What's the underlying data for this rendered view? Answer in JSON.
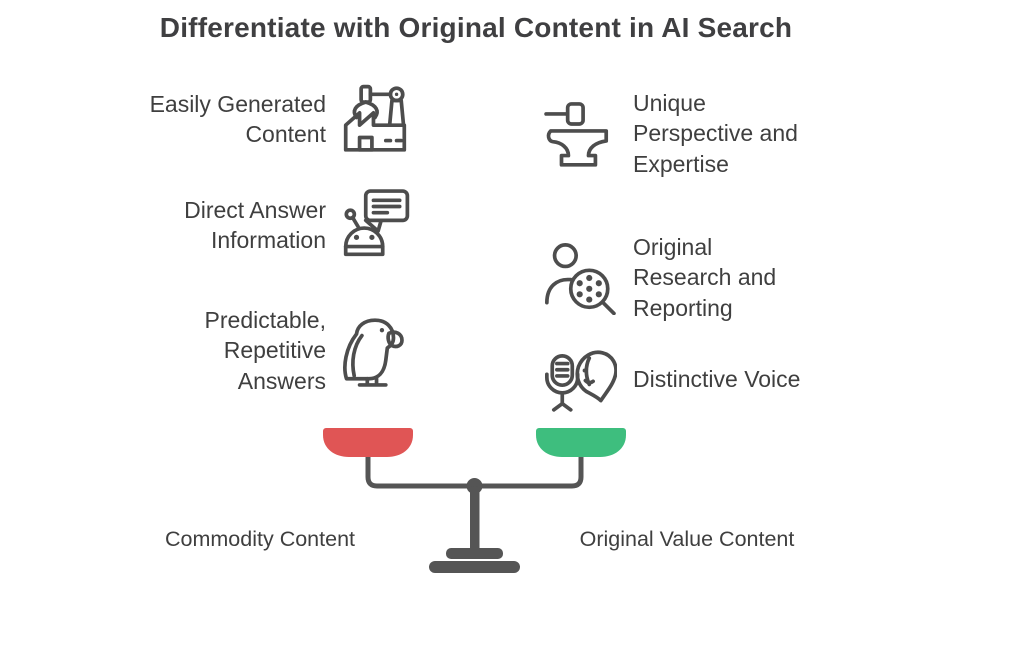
{
  "title": "Differentiate with Original Content in AI Search",
  "left_items": [
    {
      "label": "Easily Generated\nContent",
      "icon": "factory-robot-arm-icon"
    },
    {
      "label": "Direct Answer\nInformation",
      "icon": "robot-chat-icon"
    },
    {
      "label": "Predictable,\nRepetitive\nAnswers",
      "icon": "parrot-icon"
    }
  ],
  "right_items": [
    {
      "label": "Unique\nPerspective and\nExpertise",
      "icon": "anvil-hammer-icon"
    },
    {
      "label": "Original\nResearch and\nReporting",
      "icon": "person-magnifier-icon"
    },
    {
      "label": "Distinctive Voice",
      "icon": "microphone-face-icon"
    }
  ],
  "scale": {
    "left_label": "Commodity Content",
    "right_label": "Original Value Content",
    "left_pan_color": "#E05555",
    "right_pan_color": "#3EBE7E",
    "frame_color": "#555555",
    "icon_color": "#4D4D4D",
    "text_color": "#3F3F3F"
  }
}
